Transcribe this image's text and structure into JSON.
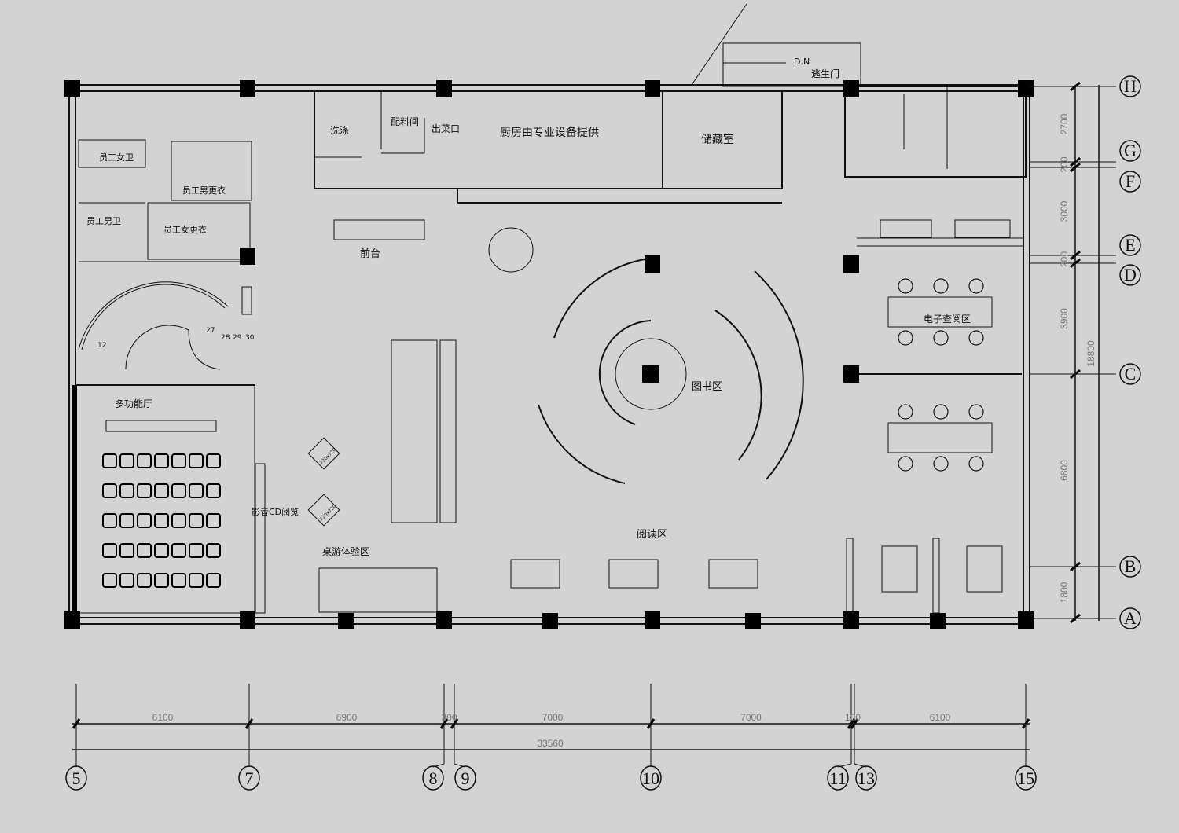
{
  "rooms": {
    "kitchen_note": "厨房由专业设备提供",
    "storage": "储藏室",
    "washing": "洗涤",
    "prep": "配料间",
    "serving": "出菜口",
    "front_desk": "前台",
    "staff_female_wc": "员工女卫",
    "staff_male_wc": "员工男卫",
    "staff_male_locker": "员工男更衣",
    "staff_female_locker": "员工女更衣",
    "multi_hall": "多功能厅",
    "av_cd": "影音CD阅览",
    "boardgame": "桌游体验区",
    "books": "图书区",
    "reading": "阅读区",
    "e_reading": "电子查阅区",
    "escape_door": "逃生门",
    "down": "D.N",
    "table_size": "720x720"
  },
  "stair_numbers": [
    "12",
    "27",
    "28",
    "29",
    "30"
  ],
  "row_axes": [
    "H",
    "G",
    "F",
    "E",
    "D",
    "C",
    "B",
    "A"
  ],
  "row_dims": [
    "2700",
    "200",
    "3000",
    "200",
    "3900",
    "6800",
    "1800"
  ],
  "row_total": "18800",
  "col_axes": [
    "5",
    "7",
    "8",
    "9",
    "10",
    "11",
    "13",
    "15"
  ],
  "col_dims": [
    "6100",
    "6900",
    "300",
    "7000",
    "7000",
    "100",
    "6100"
  ],
  "col_total": "33560"
}
